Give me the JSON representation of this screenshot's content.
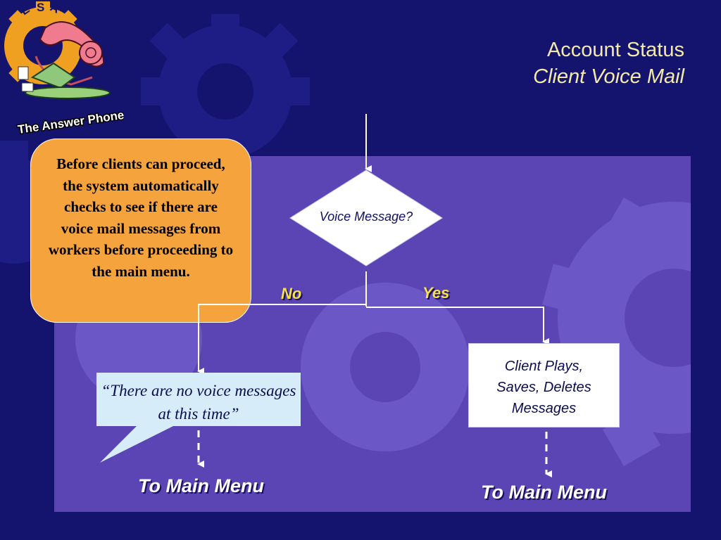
{
  "slide": {
    "title": "Account Status",
    "subtitle": "Client Voice Mail"
  },
  "logo": {
    "letters": [
      "E",
      "S",
      "A"
    ],
    "caption": "The Answer Phone",
    "icon": "telephone-icon"
  },
  "note": {
    "text": "Before clients can proceed, the system automatically checks to see if there are voice mail messages from workers before proceeding to the main menu."
  },
  "flowchart": {
    "decision": "Voice Message?",
    "no_label": "No",
    "yes_label": "Yes",
    "no_result": "“There are no voice messages at this time”",
    "yes_result_lines": [
      "Client Plays,",
      "Saves, Deletes",
      "Messages"
    ],
    "no_next": "To Main Menu",
    "yes_next": "To Main Menu"
  },
  "colors": {
    "background": "#14146e",
    "panel": "#5b45b5",
    "title": "#f3eaa8",
    "note": "#f5a33c",
    "callout": "#d6ecf8",
    "branch_label": "#f5e14a"
  }
}
